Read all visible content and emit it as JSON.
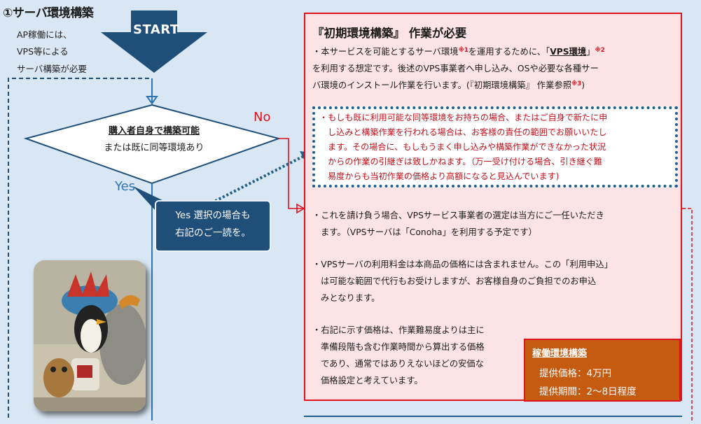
{
  "step": {
    "title": "①サーバ環境構築"
  },
  "note": {
    "lines": [
      "AP稼働には、",
      "VPS等による",
      "サーバ構築が必要"
    ]
  },
  "start": {
    "label": "START"
  },
  "decision": {
    "line1": "購入者自身で構築可能",
    "line2": "または既に同等環境あり"
  },
  "branches": {
    "no": "No",
    "yes": "Yes"
  },
  "callout": {
    "line1": "Yes 選択の場合も",
    "line2": "右記のご一読を。"
  },
  "panel": {
    "title": "『初期環境構築』 作業が必要",
    "para1": {
      "l1a": "・本サービスを可能とするサーバ環境",
      "l1sup1": "※1",
      "l1b": "を運用するために、「",
      "l1c": "VPS環境",
      "l1d": "」",
      "l1sup2": "※2",
      "l2": "を利用する想定です。後述のVPS事業者へ申し込み、OSや必要な各種サー",
      "l3a": "バ環境のインストール作業を行います。(『初期環境構築』 作業参照",
      "l3sup": "※3",
      "l3b": ")"
    },
    "warning": {
      "lines": [
        "・もしも既に利用可能な同等環境をお持ちの場合、またはご自身で新たに申",
        "し込みと構築作業を行われる場合は、お客様の責任の範囲でお願いいたし",
        "ます。その場合に、もしもうまく申し込みや構築作業ができなかった状況",
        "からの作業の引継ぎは致しかねます。（万一受け付ける場合、引き継ぐ難",
        "易度からも当初作業の価格より高額になると見込んでいます)"
      ]
    },
    "para2": {
      "lines": [
        "・これを請け負う場合、VPSサービス事業者の選定は当方にご一任いただき",
        "ます。（VPSサーバは「Conoha」を利用する予定です）"
      ]
    },
    "para3": {
      "lines": [
        "・VPSサーバの利用料金は本商品の価格には含まれません。この「利用申込」",
        "は可能な範囲で代行もお受けしますが、お客様自身のご負担でのお申込",
        "みとなります。"
      ]
    },
    "para4": {
      "lines": [
        "・右記に示す価格は、作業難易度よりは主に",
        "準備段階も含む作業時間から算出する価格",
        "であり、通常ではありえないほどの安価な",
        "価格設定と考えています。"
      ]
    }
  },
  "price": {
    "title": "稼働環境構築",
    "fee": "提供価格：4万円",
    "period": "提供期間：2～8日程度"
  },
  "colors": {
    "background": "#d9e7f4",
    "flow_dark": "#1f4e79",
    "no_red": "#e0121c",
    "yes_blue": "#2f75b5",
    "panel_pink": "#fde3e6",
    "price_orange": "#c55a11"
  }
}
